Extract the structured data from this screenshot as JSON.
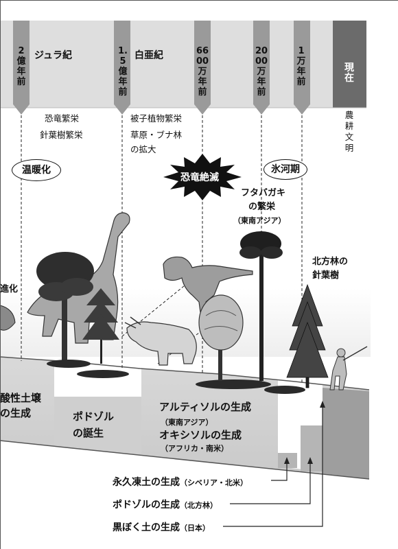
{
  "timeline": {
    "markers": [
      {
        "id": "m1",
        "label": "2億年前"
      },
      {
        "id": "m2",
        "label": "1.5億年前"
      },
      {
        "id": "m3",
        "label": "6600万年前"
      },
      {
        "id": "m4",
        "label": "2000万年前"
      },
      {
        "id": "m5",
        "label": "1万年前"
      },
      {
        "id": "m6",
        "label": "現在"
      }
    ],
    "eras": {
      "jurassic": "ジュラ紀",
      "cretaceous": "白亜紀"
    }
  },
  "events": {
    "jurassic_line1": "恐竜繁栄",
    "jurassic_line2": "針葉樹繁栄",
    "cretaceous_line1": "被子植物繁栄",
    "cretaceous_line2": "草原・ブナ林",
    "cretaceous_line3": "の拡大",
    "agriculture": "農耕文明",
    "warming": "温暖化",
    "extinction": "恐竜絶滅",
    "ice_age": "氷河期",
    "dipterocarp_line1": "フタバガキ",
    "dipterocarp_line2": "の繁栄",
    "dipterocarp_region": "（東南アジア）",
    "boreal_line1": "北方林の",
    "boreal_line2": "針葉樹",
    "evolution_partial": "進化"
  },
  "soils": {
    "acid_line1": "酸性土壌",
    "acid_line2": "の生成",
    "podzol_line1": "ポドゾル",
    "podzol_line2": "の誕生",
    "alfisol": "アルティソルの生成",
    "alfisol_region": "（東南アジア）",
    "oxisol": "オキシソルの生成",
    "oxisol_region": "（アフリカ・南米）"
  },
  "bottom_labels": [
    {
      "main": "永久凍土の生成",
      "region": "（シベリア・北米）"
    },
    {
      "main": "ポドゾルの生成",
      "region": "（北方林）"
    },
    {
      "main": "黒ぼく土の生成",
      "region": "（日本）"
    }
  ]
}
